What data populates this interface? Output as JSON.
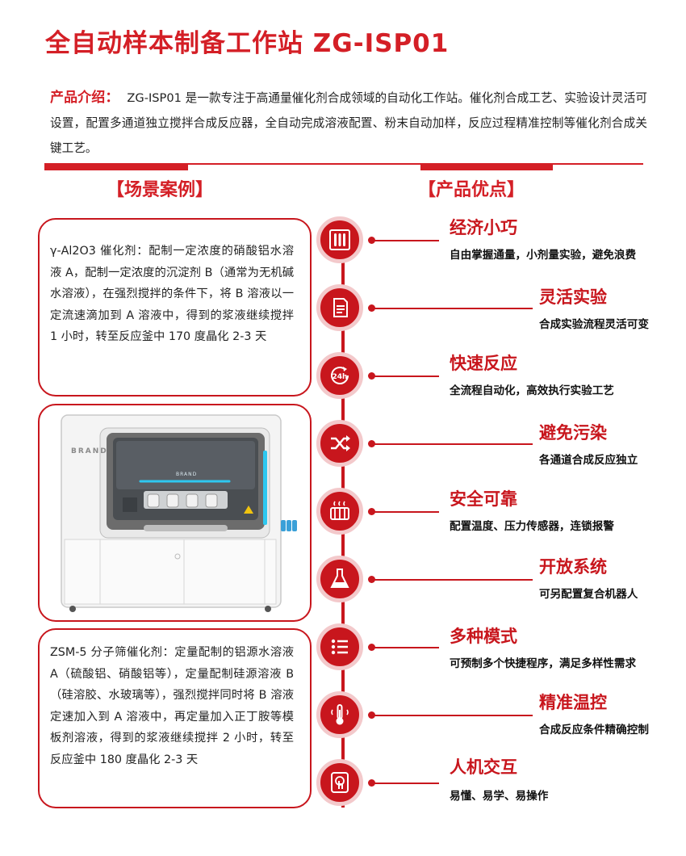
{
  "header": {
    "title": "全自动样本制备工作站 ZG-ISP01",
    "intro_label": "产品介绍：",
    "intro_text": "ZG-ISP01 是一款专注于高通量催化剂合成领域的自动化工作站。催化剂合成工艺、实验设计灵活可设置，配置多通道独立搅拌合成反应器，全自动完成溶液配置、粉末自动加样，反应过程精准控制等催化剂合成关键工艺。"
  },
  "sections": {
    "cases_heading": "【场景案例】",
    "features_heading": "【产品优点】"
  },
  "cases": [
    {
      "text": "γ-Al2O3 催化剂：配制一定浓度的硝酸铝水溶液 A，配制一定浓度的沉淀剂 B（通常为无机碱水溶液），在强烈搅拌的条件下，将 B 溶液以一定流速滴加到 A 溶液中，得到的浆液继续搅拌 1 小时，转至反应釜中 170 度晶化 2-3 天"
    },
    {
      "text": "ZSM-5 分子筛催化剂：定量配制的铝源水溶液 A（硫酸铝、硝酸铝等），定量配制硅源溶液 B（硅溶胶、水玻璃等），强烈搅拌同时将 B 溶液定速加入到 A 溶液中，再定量加入正丁胺等模板剂溶液，得到的浆液继续搅拌 2 小时，转至反应釜中 180 度晶化 2-3 天"
    }
  ],
  "machine": {
    "brand_left": "BRAND",
    "brand_window": "BRAND"
  },
  "features": [
    {
      "title": "经济小巧",
      "desc": "自由掌握通量，小剂量实验，避免浪费",
      "icon": "test-tubes-icon"
    },
    {
      "title": "灵活实验",
      "desc": "合成实验流程灵活可变",
      "icon": "document-icon"
    },
    {
      "title": "快速反应",
      "desc": "全流程自动化，高效执行实验工艺",
      "icon": "24h-icon"
    },
    {
      "title": "避免污染",
      "desc": "各通道合成反应独立",
      "icon": "shuffle-icon"
    },
    {
      "title": "安全可靠",
      "desc": "配置温度、压力传感器，连锁报警",
      "icon": "heater-icon"
    },
    {
      "title": "开放系统",
      "desc": "可另配置复合机器人",
      "icon": "flask-icon"
    },
    {
      "title": "多种模式",
      "desc": "可预制多个快捷程序，满足多样性需求",
      "icon": "list-icon"
    },
    {
      "title": "精准温控",
      "desc": "合成反应条件精确控制",
      "icon": "thermometer-icon"
    },
    {
      "title": "人机交互",
      "desc": "易懂、易学、易操作",
      "icon": "touch-icon"
    }
  ],
  "colors": {
    "accent": "#c8161d",
    "title_red": "#d41f26",
    "node_ring": "#f3c9cb",
    "machine_light": "#2ec8f0"
  }
}
